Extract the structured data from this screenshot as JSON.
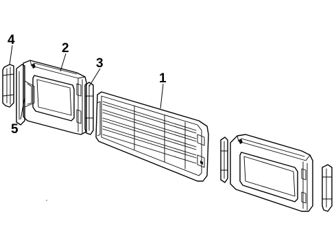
{
  "diagram": {
    "background": "#ffffff",
    "line_color": "#000000",
    "callouts": [
      {
        "id": "1",
        "label": "1"
      },
      {
        "id": "2",
        "label": "2"
      },
      {
        "id": "3",
        "label": "3"
      },
      {
        "id": "4",
        "label": "4"
      },
      {
        "id": "5",
        "label": "5"
      }
    ]
  }
}
